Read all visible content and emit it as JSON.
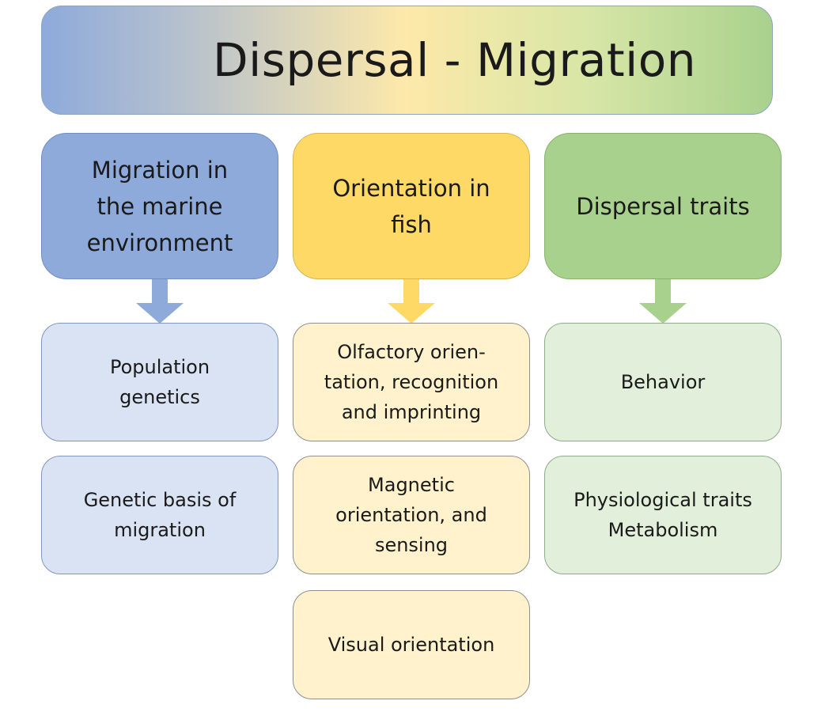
{
  "title": "Dispersal - Migration",
  "columns": [
    {
      "heading": [
        "Migration in",
        "the marine",
        "environment"
      ],
      "items": [
        [
          "Population",
          "genetics"
        ],
        [
          "Genetic basis of",
          "migration"
        ]
      ]
    },
    {
      "heading": [
        "Orientation in",
        "fish"
      ],
      "items": [
        [
          "Olfactory orien-",
          "tation, recognition",
          "and imprinting"
        ],
        [
          "Magnetic",
          "orientation, and",
          "sensing"
        ],
        [
          "Visual orientation"
        ]
      ]
    },
    {
      "heading": [
        "Dispersal traits"
      ],
      "items": [
        [
          "Behavior"
        ],
        [
          "Physiological traits",
          "Metabolism"
        ]
      ]
    }
  ],
  "colors": {
    "blue_header": "#8eaadb",
    "blue_item": "#dae3f3",
    "yellow_header": "#ffd966",
    "yellow_item": "#fff2cc",
    "green_header": "#a9d18e",
    "green_item": "#e2efda"
  }
}
